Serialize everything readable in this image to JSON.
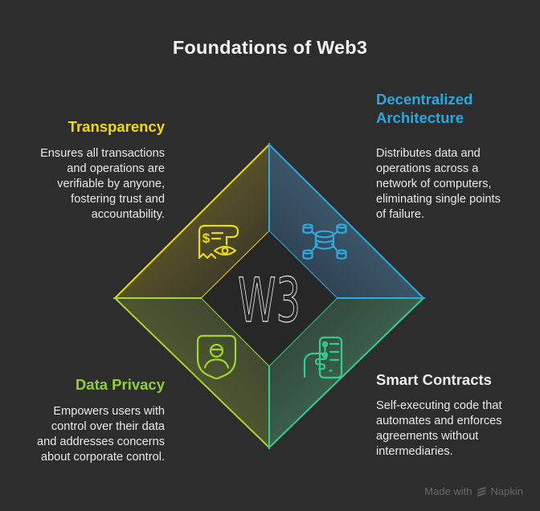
{
  "title": "Foundations of Web3",
  "center": {
    "label": "W3"
  },
  "sections": {
    "transparency": {
      "heading": "Transparency",
      "body": "Ensures all transactions\nand operations are\nverifiable by anyone,\nfostering trust and\naccountability.",
      "accent_color": "#F2D90F",
      "icon": "receipt-eye-icon",
      "icon_dollar": "$"
    },
    "decentralized": {
      "heading": "Decentralized\nArchitecture",
      "body": "Distributes data and\noperations across a\nnetwork of computers,\neliminating single points\nof failure.",
      "accent_color": "#2BA7E0",
      "icon": "database-network-icon"
    },
    "privacy": {
      "heading": "Data Privacy",
      "body": "Empowers users with\ncontrol over their data\nand addresses concerns\nabout corporate control.",
      "accent_color": "#8FD133",
      "icon": "shield-user-icon"
    },
    "contracts": {
      "heading": "Smart Contracts",
      "body": "Self-executing code that\nautomates and enforces\nagreements without\nintermediaries.",
      "accent_color": "#36CE8D",
      "icon": "contract-hand-icon"
    }
  },
  "colors": {
    "background": "#2D2D2D",
    "center_diamond": "#272727",
    "yellow": "#EDD714",
    "blue": "#2FA9E2",
    "lime": "#A5D830",
    "teal": "#36CE8D",
    "title_text": "#F1F1F1",
    "body_text": "#EAEAEA",
    "watermark_text": "#696969"
  },
  "watermark": {
    "prefix": "Made with",
    "brand": "Napkin"
  }
}
